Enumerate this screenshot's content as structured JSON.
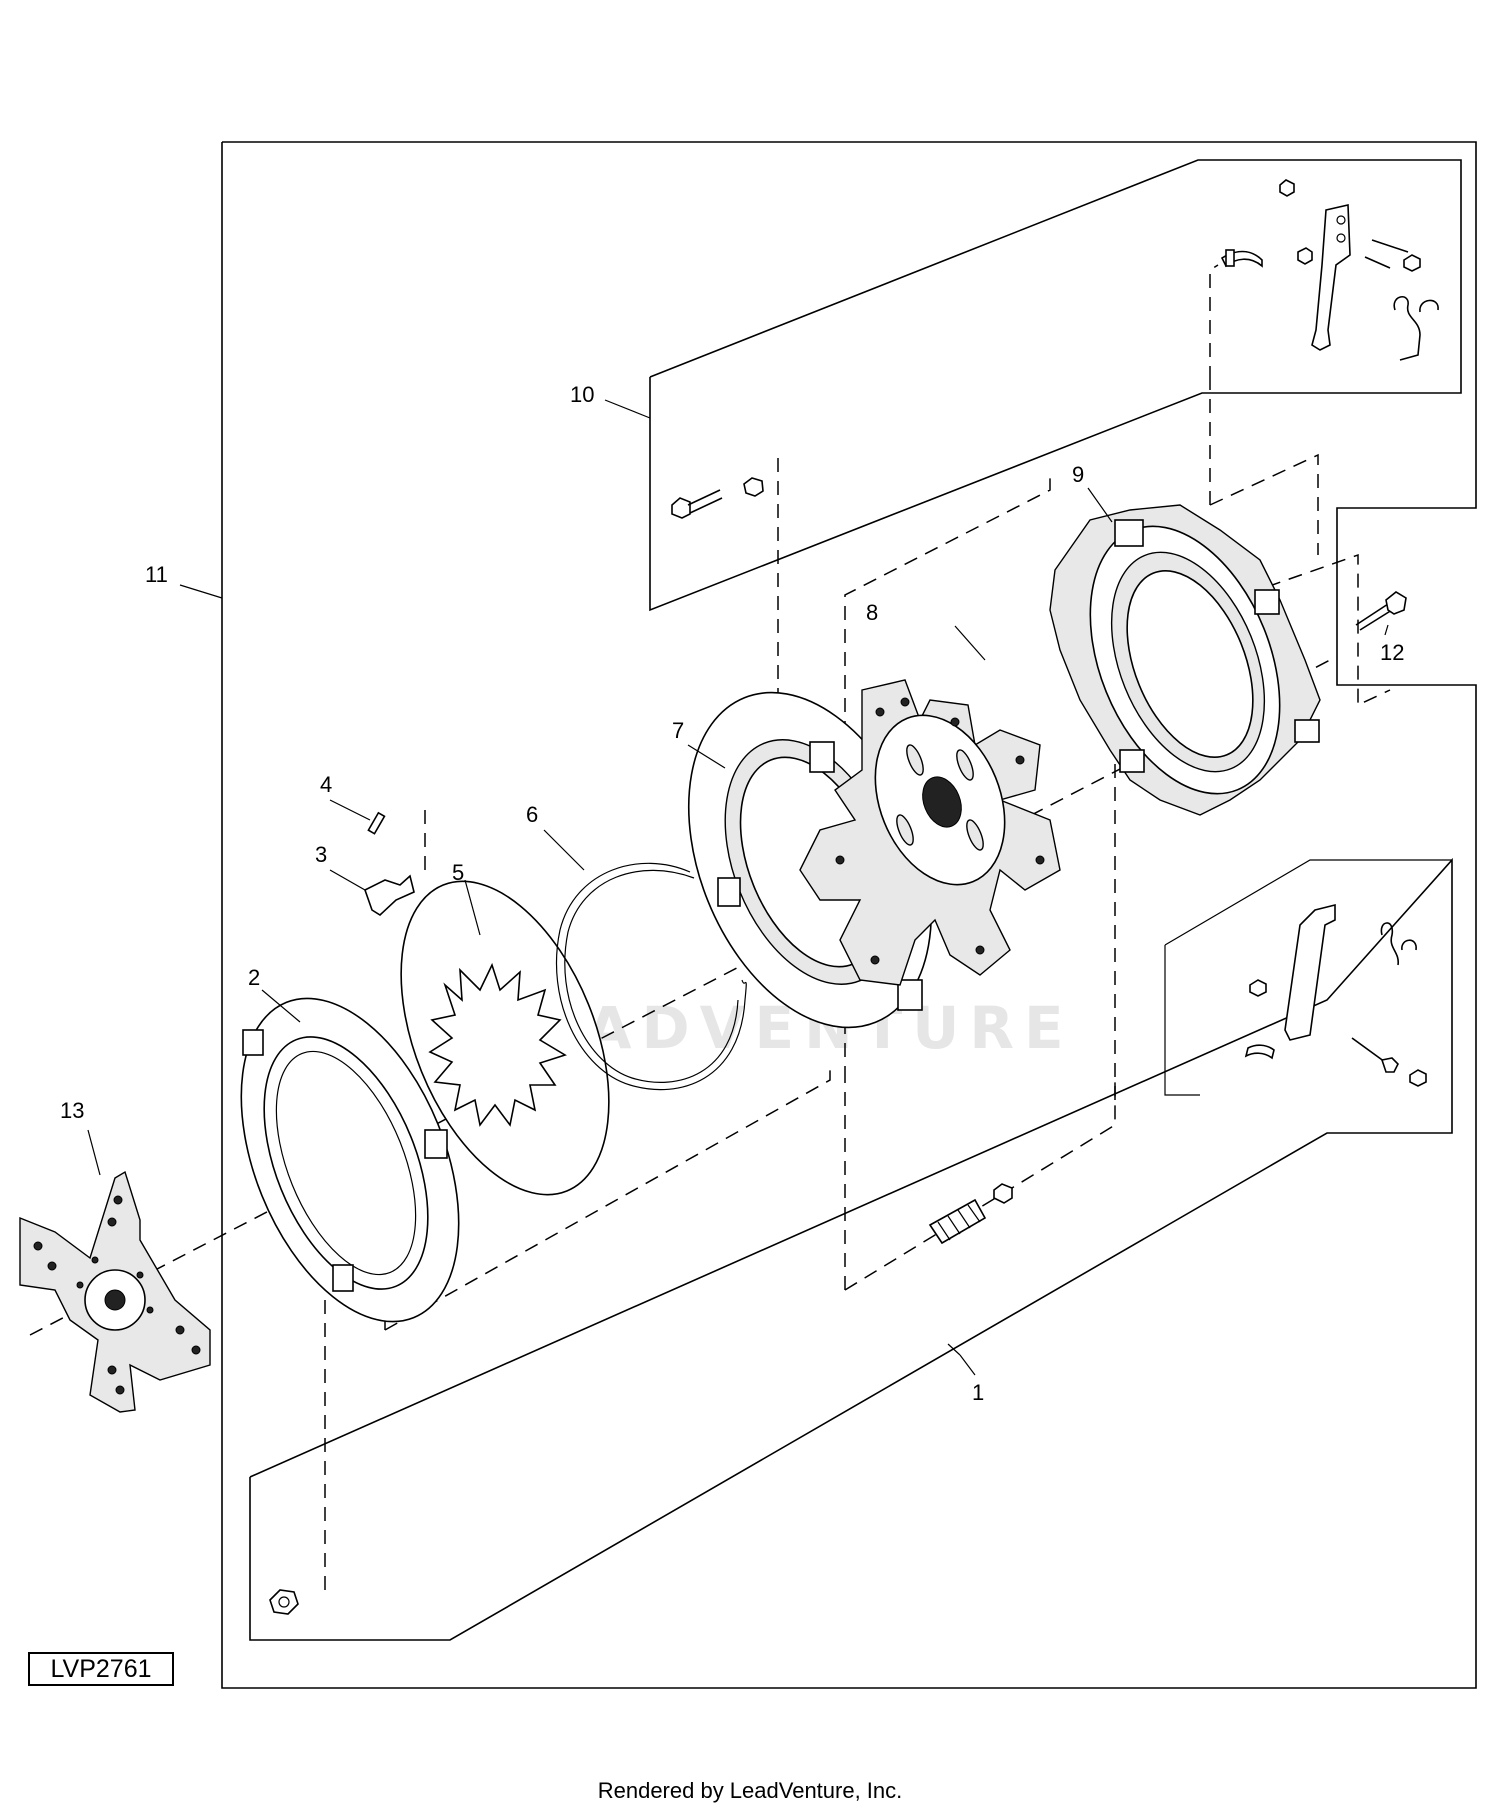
{
  "diagram": {
    "reference_code": "LVP2761",
    "watermark": "LEADVENTURE",
    "footer": "Rendered by LeadVenture, Inc.",
    "callouts": [
      "1",
      "2",
      "3",
      "4",
      "5",
      "6",
      "7",
      "8",
      "9",
      "10",
      "11",
      "12",
      "13"
    ],
    "parts": [
      {
        "number": "1",
        "icon": "clutch-assembly-group-icon"
      },
      {
        "number": "2",
        "icon": "pressure-plate-ring-icon"
      },
      {
        "number": "3",
        "icon": "bracket-clip-icon"
      },
      {
        "number": "4",
        "icon": "pin-icon"
      },
      {
        "number": "5",
        "icon": "splined-disc-icon"
      },
      {
        "number": "6",
        "icon": "snap-ring-icon"
      },
      {
        "number": "7",
        "icon": "pressure-plate-icon"
      },
      {
        "number": "8",
        "icon": "clutch-disc-icon"
      },
      {
        "number": "9",
        "icon": "clutch-housing-cover-icon"
      },
      {
        "number": "10",
        "icon": "lever-kit-group-icon"
      },
      {
        "number": "11",
        "icon": "complete-clutch-group-icon"
      },
      {
        "number": "12",
        "icon": "cap-screw-icon"
      },
      {
        "number": "13",
        "icon": "damper-disc-icon"
      }
    ]
  }
}
